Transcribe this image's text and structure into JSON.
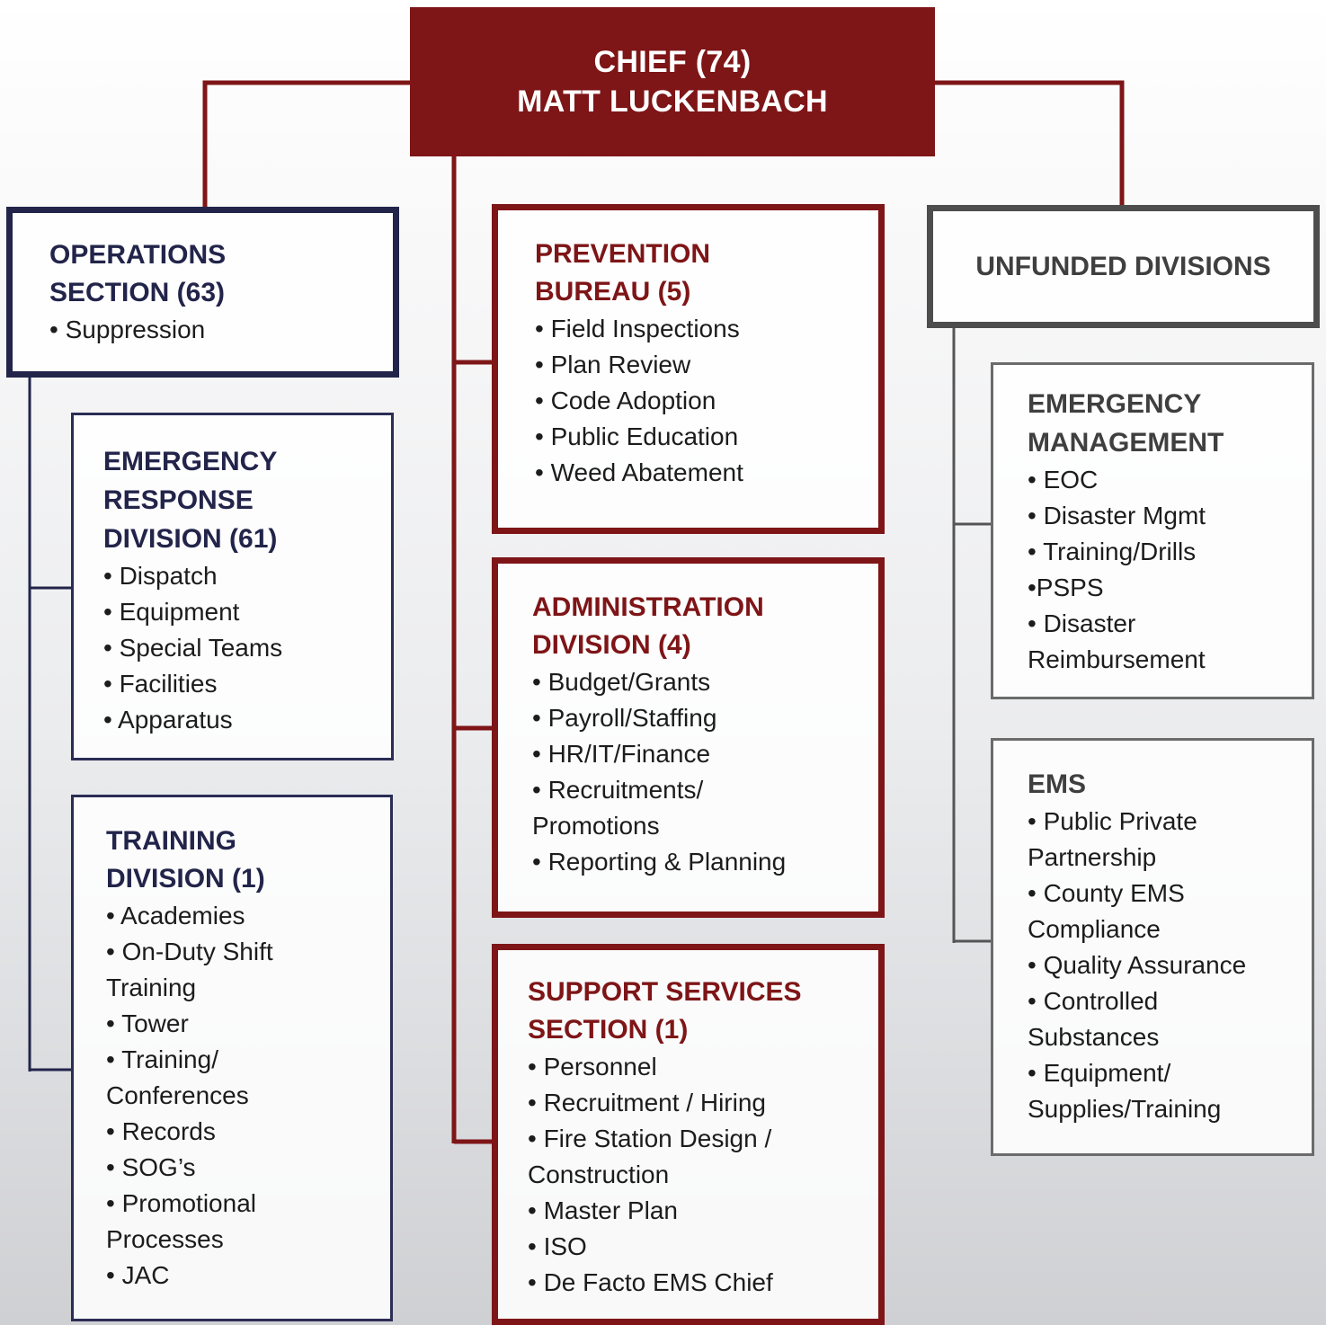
{
  "chief": {
    "line1": "CHIEF (74)",
    "line2": "MATT LUCKENBACH"
  },
  "operations": {
    "title": "OPERATIONS\nSECTION (63)",
    "items": [
      "• Suppression"
    ]
  },
  "emergency_response": {
    "title": "EMERGENCY\nRESPONSE\nDIVISION (61)",
    "items": [
      "• Dispatch",
      "• Equipment",
      "• Special Teams",
      "• Facilities",
      "• Apparatus"
    ]
  },
  "training": {
    "title": "TRAINING\nDIVISION (1)",
    "items": [
      "• Academies",
      "• On-Duty Shift\nTraining",
      "• Tower",
      "• Training/\nConferences",
      "• Records",
      "• SOG’s",
      "• Promotional\nProcesses",
      "• JAC"
    ]
  },
  "prevention": {
    "title": "PREVENTION\nBUREAU (5)",
    "items": [
      "• Field Inspections",
      "• Plan Review",
      "• Code Adoption",
      "• Public Education",
      "• Weed Abatement"
    ]
  },
  "administration": {
    "title": "ADMINISTRATION\nDIVISION (4)",
    "items": [
      "• Budget/Grants",
      "• Payroll/Staffing",
      "• HR/IT/Finance",
      "• Recruitments/\nPromotions",
      "• Reporting & Planning"
    ]
  },
  "support_services": {
    "title": "SUPPORT SERVICES\nSECTION (1)",
    "items": [
      "• Personnel",
      "• Recruitment / Hiring",
      "• Fire Station Design /\nConstruction",
      "• Master Plan",
      "• ISO",
      "• De Facto EMS Chief"
    ]
  },
  "unfunded": {
    "title": "UNFUNDED DIVISIONS"
  },
  "emergency_management": {
    "title": "EMERGENCY\nMANAGEMENT",
    "items": [
      "• EOC",
      "• Disaster Mgmt",
      "• Training/Drills",
      "•PSPS",
      "• Disaster\nReimbursement"
    ]
  },
  "ems": {
    "title": "EMS",
    "items": [
      "• Public Private\nPartnership",
      "• County EMS\nCompliance",
      "• Quality Assurance",
      "• Controlled\nSubstances",
      "• Equipment/\nSupplies/Training"
    ]
  },
  "colors": {
    "chief_fill": "#7e1517",
    "red_accent": "#7e1517",
    "navy_accent": "#22244a",
    "gray_accent": "#4d4d4d"
  }
}
